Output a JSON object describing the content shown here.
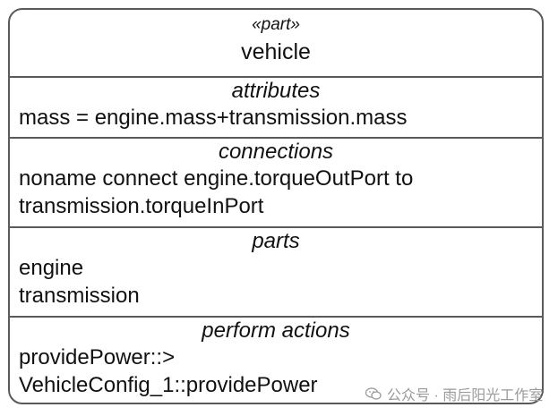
{
  "block": {
    "stereotype": "«part»",
    "name": "vehicle"
  },
  "sections": {
    "attributes": {
      "title": "attributes",
      "lines": [
        "mass = engine.mass+transmission.mass"
      ]
    },
    "connections": {
      "title": "connections",
      "lines": [
        "noname connect engine.torqueOutPort to",
        "transmission.torqueInPort"
      ]
    },
    "parts": {
      "title": "parts",
      "lines": [
        "engine",
        "transmission"
      ]
    },
    "perform_actions": {
      "title": "perform actions",
      "lines": [
        "providePower::>",
        "VehicleConfig_1::providePower"
      ]
    }
  },
  "watermark": {
    "text": "公众号 · 雨后阳光工作室"
  },
  "colors": {
    "border": "#5a5a5a",
    "text": "#111111",
    "watermark": "#9a9a9a"
  }
}
